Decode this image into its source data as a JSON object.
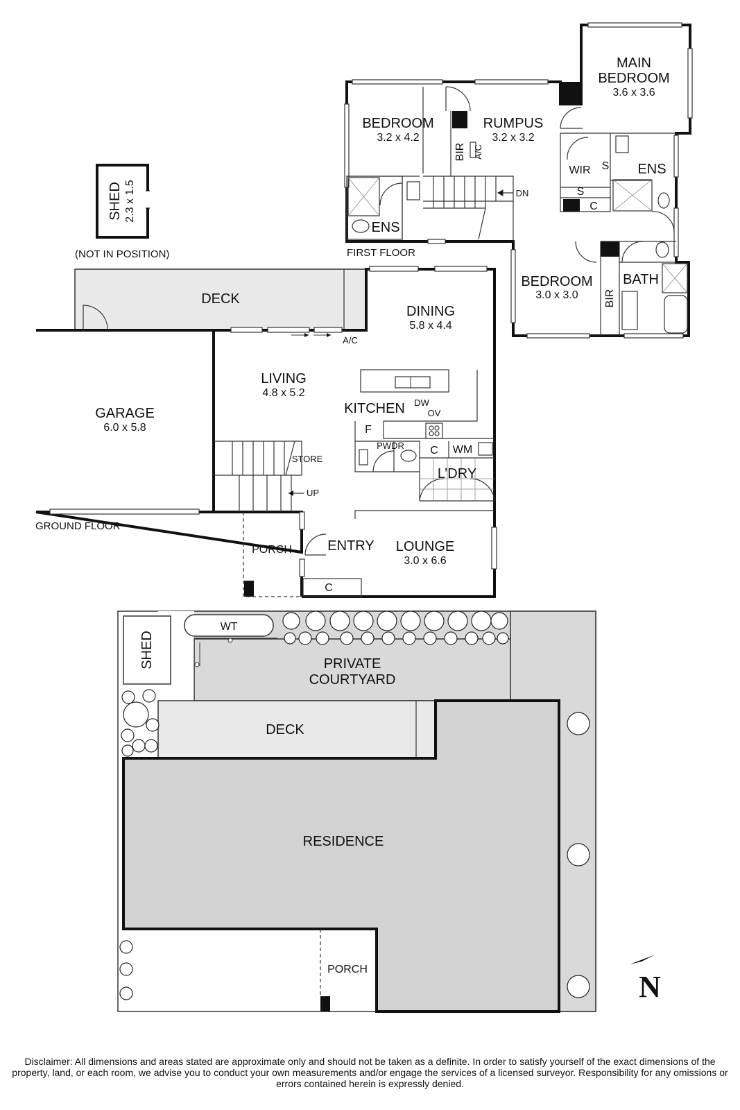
{
  "first_floor": {
    "caption": "FIRST FLOOR",
    "bedroom_2": {
      "name": "BEDROOM",
      "size": "3.2 x 4.2"
    },
    "rumpus": {
      "name": "RUMPUS",
      "size": "3.2 x 3.2"
    },
    "main_bedroom": {
      "name_line1": "MAIN",
      "name_line2": "BEDROOM",
      "size": "3.6 x 3.6"
    },
    "bedroom_3": {
      "name": "BEDROOM",
      "size": "3.0 x 3.0"
    },
    "labels": {
      "bir": "BIR",
      "ac": "A/C",
      "dn": "DN",
      "wir": "WIR",
      "s": "S",
      "c": "C",
      "ens": "ENS",
      "bath": "BATH"
    }
  },
  "ground_floor": {
    "caption": "GROUND FLOOR",
    "deck": "DECK",
    "garage": {
      "name": "GARAGE",
      "size": "6.0 x 5.8"
    },
    "living": {
      "name": "LIVING",
      "size": "4.8 x 5.2"
    },
    "dining": {
      "name": "DINING",
      "size": "5.8 x 4.4"
    },
    "kitchen": "KITCHEN",
    "lounge": {
      "name": "LOUNGE",
      "size": "3.0 x 6.6"
    },
    "entry": "ENTRY",
    "porch": "PORCH",
    "labels": {
      "ac": "A/C",
      "dw": "DW",
      "ov": "OV",
      "f": "F",
      "pwdr": "PWDR",
      "c": "C",
      "wm": "WM",
      "ldry": "L’DRY",
      "store": "STORE",
      "up": "UP"
    }
  },
  "shed_plan": {
    "name": "SHED",
    "size": "2.3 x 1.5",
    "note": "(NOT IN POSITION)"
  },
  "site_plan": {
    "shed": "SHED",
    "wt": "WT",
    "courtyard_line1": "PRIVATE",
    "courtyard_line2": "COURTYARD",
    "deck": "DECK",
    "residence": "RESIDENCE",
    "porch": "PORCH",
    "north": "N"
  },
  "disclaimer": "Disclaimer: All dimensions and areas stated are approximate only and should not be taken as a definite. In order to satisfy yourself of the exact dimensions of the property, land, or each room, we advise you to conduct your own measurements and/or engage the services of a licensed surveyor. Responsibility for any omissions or errors contained herein is expressly denied."
}
